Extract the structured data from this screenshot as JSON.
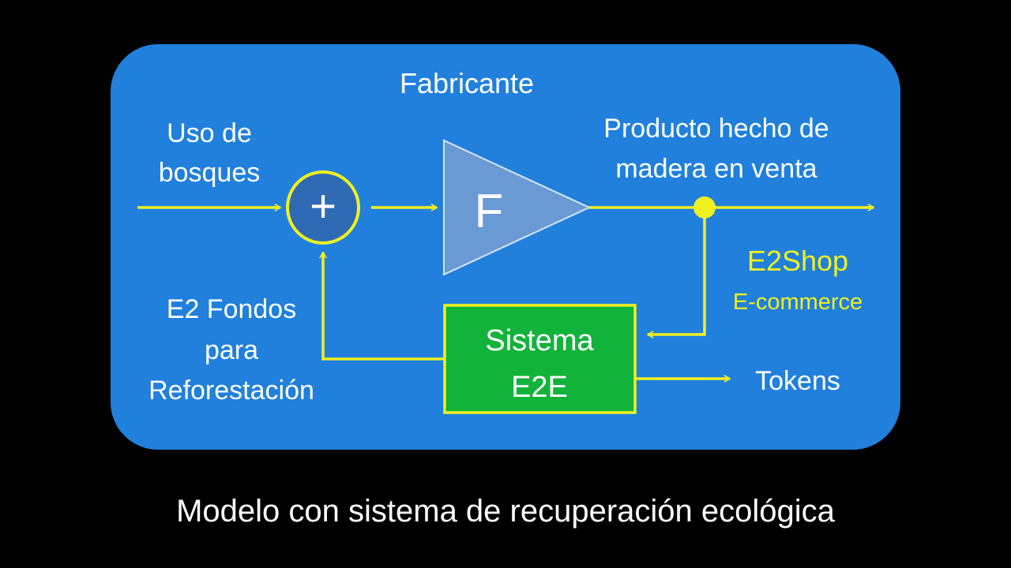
{
  "diagram": {
    "header_label": "Fabricante",
    "input_label": [
      "Uso de",
      "bosques"
    ],
    "summing_symbol": "+",
    "amplifier_label": "F",
    "output_label": [
      "Producto hecho de",
      "madera en venta"
    ],
    "shop_label": "E2Shop",
    "shop_sublabel": "E-commerce",
    "system_label": [
      "Sistema",
      "E2E"
    ],
    "feedback_label": [
      "E2 Fondos",
      "para",
      "Reforestación"
    ],
    "tokens_label": "Tokens"
  },
  "caption": "Modelo con sistema de recuperación ecológica",
  "colors": {
    "background": "#000000",
    "panel": "#2080DC",
    "line": "#F0F020",
    "amplifier": "#6A9AD4",
    "summing": "#2F6BB5",
    "system_box": "#12B33A",
    "text": "#FFFFFF",
    "accent_text": "#F0F020"
  }
}
